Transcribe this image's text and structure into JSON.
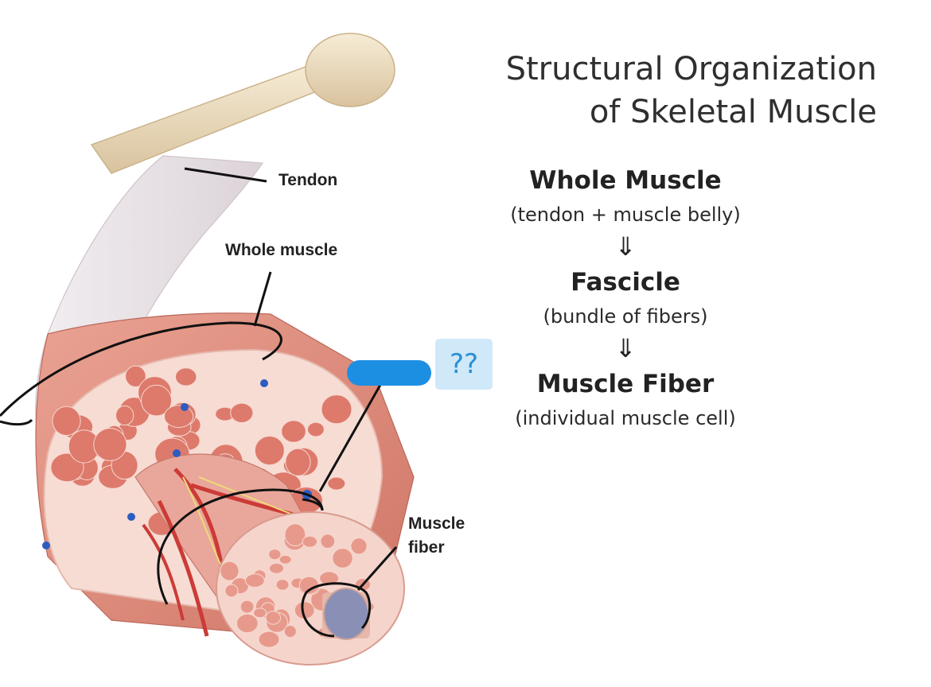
{
  "title": {
    "line1": "Structural Organization",
    "line2": "of Skeletal Muscle"
  },
  "hierarchy": [
    {
      "name": "Whole Muscle",
      "desc": "(tendon + muscle belly)"
    },
    {
      "name": "Fascicle",
      "desc": "(bundle of fibers)"
    },
    {
      "name": "Muscle Fiber",
      "desc": "(individual muscle cell)"
    }
  ],
  "arrow_glyph": "⇓",
  "labels": {
    "tendon": "Tendon",
    "whole_muscle": "Whole muscle",
    "muscle_fiber": "Muscle\nfiber",
    "unknown": "??"
  },
  "colors": {
    "bone": "#efe2c6",
    "tendon": "#ece6ea",
    "muscle": "#e79a8c",
    "fascicle": "#dd7a6c",
    "connective": "#f7dcd4",
    "vessel": "#cc3b37",
    "vein": "#2b5cc0",
    "nerve": "#f0d97a",
    "redaction": "#1d8fe3",
    "qbox": "#cfe9f9"
  }
}
